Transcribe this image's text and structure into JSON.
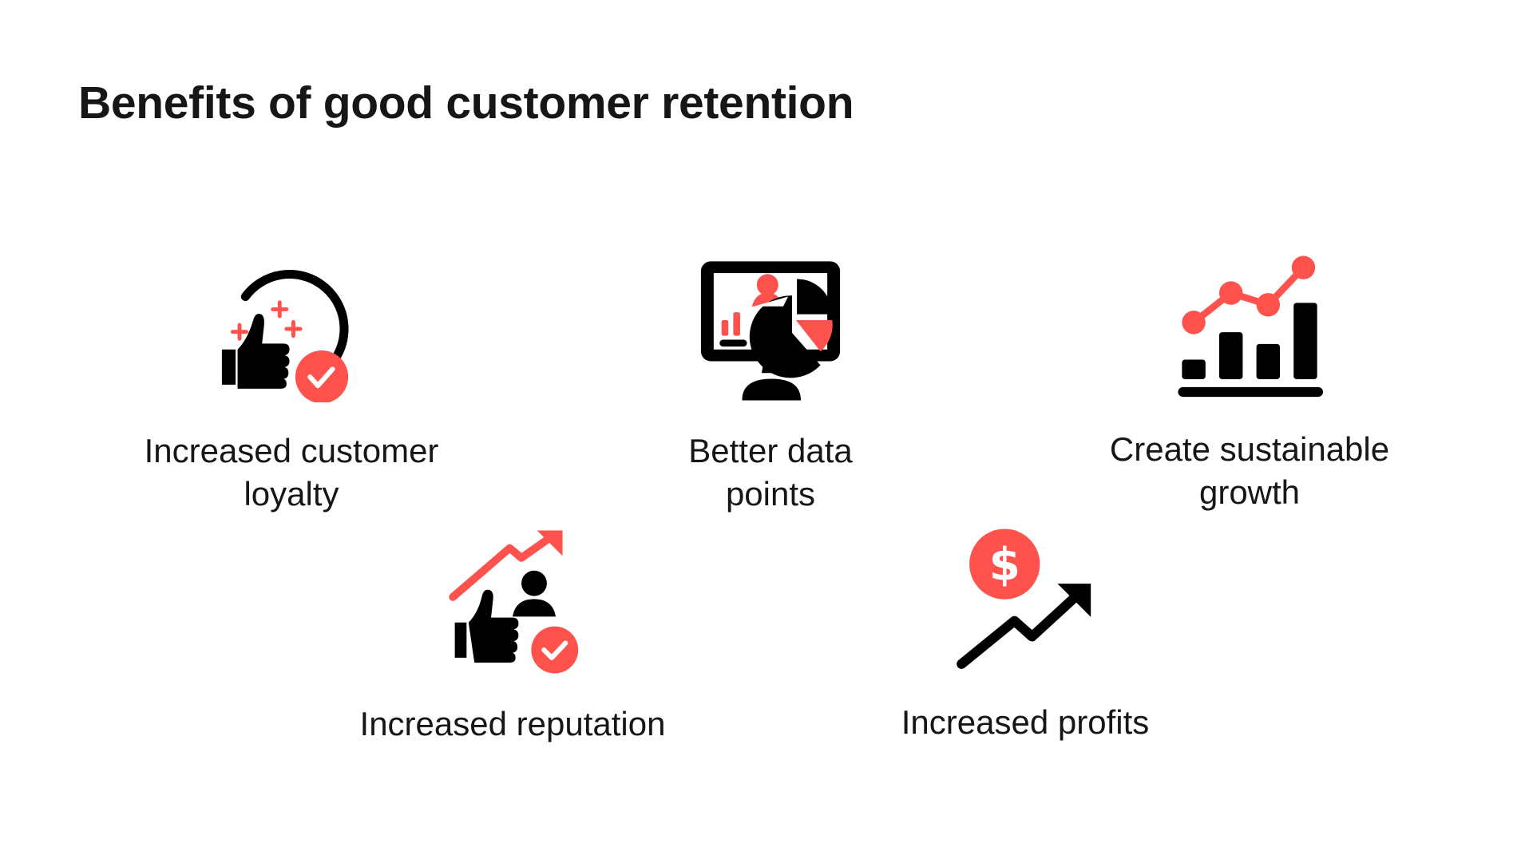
{
  "title": "Benefits of good customer retention",
  "colors": {
    "accent": "#FF524D",
    "ink": "#000000",
    "text": "#161616"
  },
  "benefits": [
    {
      "icon": "thumbs-up-loyalty-icon",
      "lines": [
        "Increased customer",
        "loyalty"
      ]
    },
    {
      "icon": "monitor-analytics-icon",
      "lines": [
        "Better data",
        "points"
      ]
    },
    {
      "icon": "growth-chart-icon",
      "lines": [
        "Create sustainable",
        "growth"
      ]
    },
    {
      "icon": "reputation-icon",
      "lines": [
        "Increased reputation"
      ]
    },
    {
      "icon": "profit-arrow-icon",
      "lines": [
        "Increased profits"
      ]
    }
  ]
}
